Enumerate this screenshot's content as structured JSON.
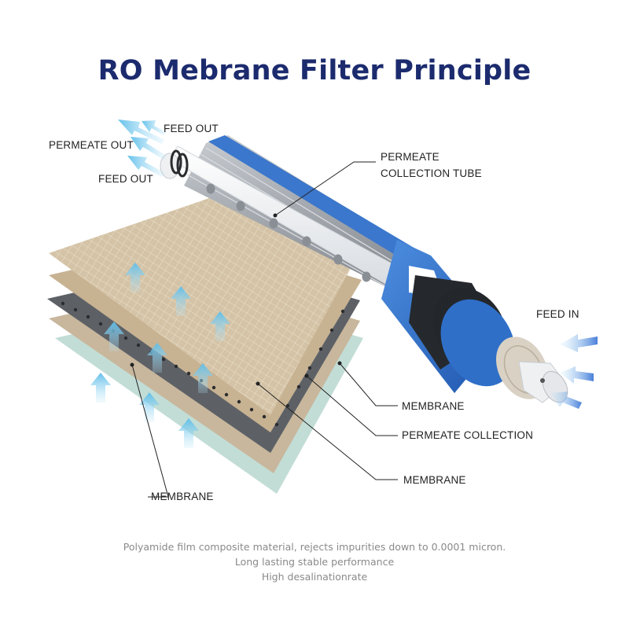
{
  "title": "RO Mebrane Filter Principle",
  "colors": {
    "title": "#1c2b6e",
    "tube_blue": "#2f6fc8",
    "membrane_tan": "#cdb89a",
    "permeate_gray": "#5b5e63",
    "flow_arrow": "#8fd2f2"
  },
  "labels": {
    "feed_out_top": "FEED OUT",
    "permeate_out": "PERMEATE OUT",
    "feed_out_bottom": "FEED OUT",
    "permeate_collection_tube_line1": "PERMEATE",
    "permeate_collection_tube_line2": "COLLECTION TUBE",
    "feed_in": "FEED IN",
    "membrane_upper": "MEMBRANE",
    "permeate_collection": "PERMEATE COLLECTION",
    "membrane_lower": "MEMBRANE",
    "membrane_left": "MEMBRANE"
  },
  "captions": [
    "Polyamide film composite material, rejects impurities down to 0.0001 micron.",
    "Long lasting stable performance",
    "High desalinationrate"
  ]
}
